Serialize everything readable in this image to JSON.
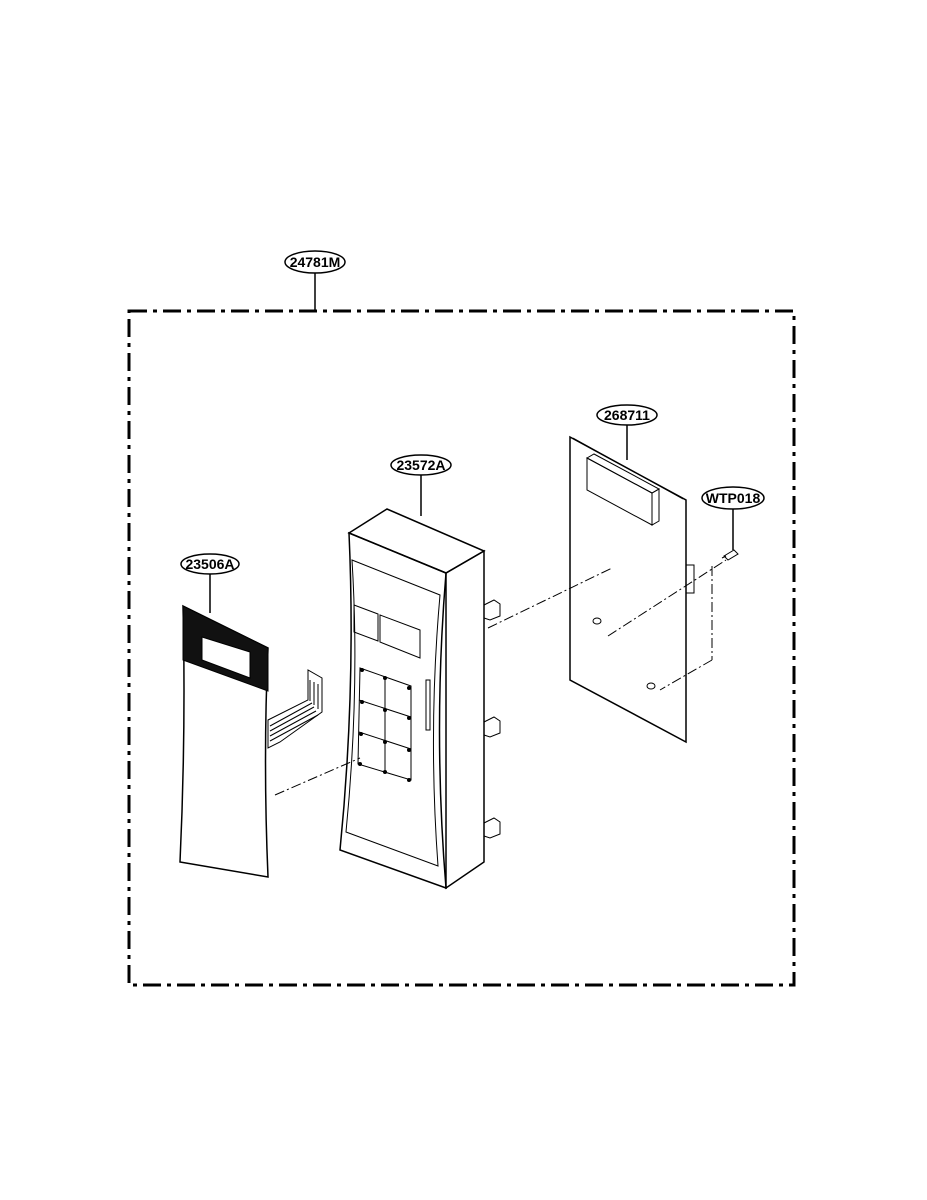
{
  "diagram": {
    "assembly_label": "24781M",
    "parts": [
      {
        "id": "membrane-switch",
        "label": "23506A"
      },
      {
        "id": "control-panel-frame",
        "label": "23572A"
      },
      {
        "id": "pcb-assembly",
        "label": "268711"
      },
      {
        "id": "screw",
        "label": "WTP018"
      }
    ]
  }
}
